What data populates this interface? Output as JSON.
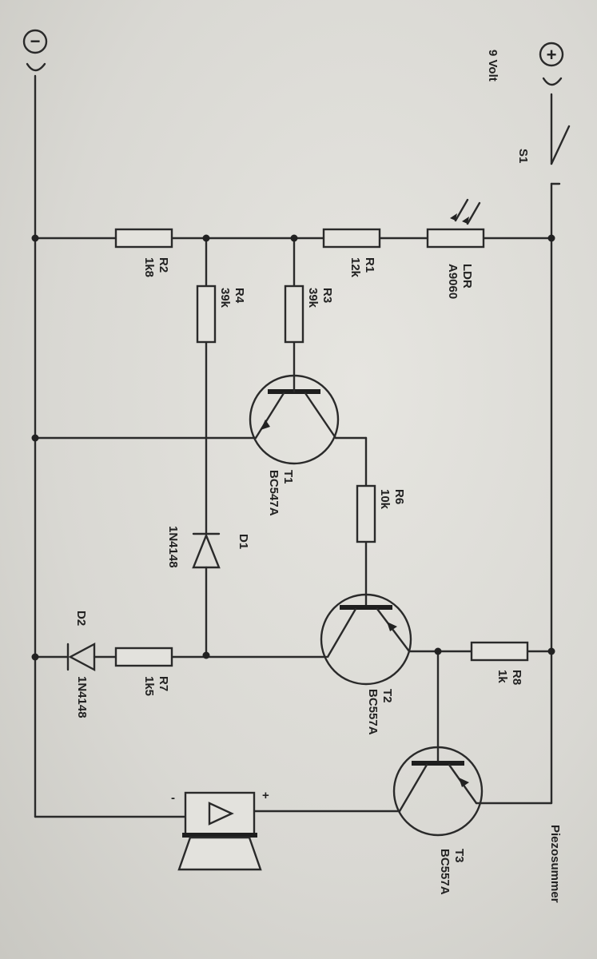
{
  "supply": {
    "positive_symbol": "+",
    "negative_symbol": "−",
    "voltage": "9 Volt"
  },
  "switch": {
    "ref": "S1"
  },
  "components": {
    "ldr": {
      "ref": "LDR",
      "value": "A9060"
    },
    "r1": {
      "ref": "R1",
      "value": "12k"
    },
    "r2": {
      "ref": "R2",
      "value": "1k8"
    },
    "r3": {
      "ref": "R3",
      "value": "39k"
    },
    "r4": {
      "ref": "R4",
      "value": "39k"
    },
    "r6": {
      "ref": "R6",
      "value": "10k"
    },
    "r7": {
      "ref": "R7",
      "value": "1k5"
    },
    "r8": {
      "ref": "R8",
      "value": "1k"
    },
    "t1": {
      "ref": "T1",
      "value": "BC547A"
    },
    "t2": {
      "ref": "T2",
      "value": "BC557A"
    },
    "t3": {
      "ref": "T3",
      "value": "BC557A"
    },
    "d1": {
      "ref": "D1",
      "value": "1N4148"
    },
    "d2": {
      "ref": "D2",
      "value": "1N4148"
    },
    "buzzer": {
      "ref": "Piezosummer",
      "plus": "+",
      "minus": "-"
    }
  }
}
